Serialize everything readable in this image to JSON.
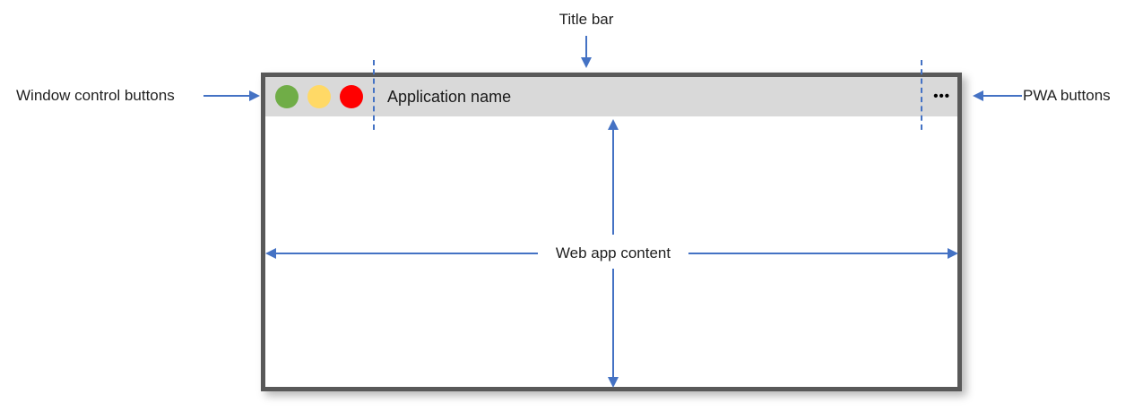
{
  "annotations": {
    "title_bar_label": "Title bar",
    "window_controls_label": "Window control buttons",
    "pwa_buttons_label": "PWA buttons",
    "web_app_content_label": "Web app content"
  },
  "window": {
    "app_name": "Application name",
    "pwa_menu_ellipsis": "•••"
  },
  "icons": {
    "window_control_circles": [
      "green-circle-button",
      "yellow-circle-button",
      "red-circle-button"
    ],
    "pwa_menu": "ellipsis-icon"
  },
  "colors": {
    "callout_arrow_blue": "#4472C4",
    "dashed_separator_blue": "#4472C4",
    "titlebar_gray": "#D9D9D9",
    "window_border_gray": "#595959",
    "control_green": "#70AD47",
    "control_yellow": "#FFD966",
    "control_red": "#FF0000",
    "content_white": "#FFFFFF"
  }
}
